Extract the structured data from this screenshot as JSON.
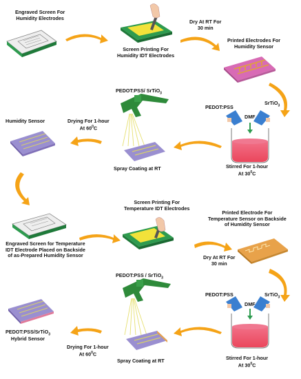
{
  "colors": {
    "arrow": "#f5a317",
    "screen_green": "#2e9b4f",
    "board_pink": "#d86bb5",
    "electrode_gold": "#e0a23a",
    "film_violet": "#9a8fd0",
    "solution_red": "#e8324a",
    "gun_green": "#2e8a3a",
    "spray_yellow": "#e6e070",
    "drop_blue": "#3a7fd0"
  },
  "icons": [
    "screen-icon",
    "squeegee-hand-icon",
    "pcb-board-icon",
    "beaker-icon",
    "flask-icon",
    "spray-gun-icon",
    "arrow-icon"
  ],
  "labels": {
    "engraved_screen_humidity": [
      "Engraved Screen For",
      "Humidity Electrodes"
    ],
    "screen_printing_humidity": [
      "Screen Printing For",
      "Humidity IDT Electrodes"
    ],
    "dry_rt_1": [
      "Dry At RT For",
      "30 min"
    ],
    "printed_electrodes_humidity": [
      "Printed Electrodes For",
      "Humidity Sensor"
    ],
    "pedot_srtio3_1": [
      "PEDOT:PSS/ SrTiO",
      "3"
    ],
    "pedot_1": "PEDOT:PSS",
    "srtio3_1": [
      "SrTiO",
      "3"
    ],
    "dmf_1": "DMF",
    "humidity_sensor": "Humidity Sensor",
    "drying_1": [
      "Drying For 1-hour",
      "At 60",
      "0",
      "C"
    ],
    "spray_1": "Spray Coating at RT",
    "stirred_1": [
      "Stirred For 1-hour",
      "At 30",
      "0",
      "C"
    ],
    "screen_printing_temp": [
      "Screen Printing For",
      "Temperature IDT Electrodes"
    ],
    "printed_electrode_temp": [
      "Printed Electrode For",
      "Temperature Sensor on Backside",
      "of Humidity Sensor"
    ],
    "engraved_screen_temp": [
      "Engraved Screen for Temperature",
      "IDT Electrode Placed on Backside",
      "of as-Prepared Humidity Sensor"
    ],
    "dry_rt_2": [
      "Dry At RT For",
      "30 min"
    ],
    "pedot_srtio3_2": [
      "PEDOT:PSS / SrTiO",
      "3"
    ],
    "pedot_2": "PEDOT:PSS",
    "srtio3_2": [
      "SrTiO",
      "3"
    ],
    "dmf_2": "DMF",
    "hybrid_sensor": [
      "PEDOT:PSS/SrTiO",
      "3",
      "Hybrid Sensor"
    ],
    "drying_2": [
      "Drying For 1-hour",
      "At 60",
      "0",
      "C"
    ],
    "spray_2": "Spray Coating at RT",
    "stirred_2": [
      "Stirred For 1-hour",
      "At 30",
      "0",
      "C"
    ]
  }
}
